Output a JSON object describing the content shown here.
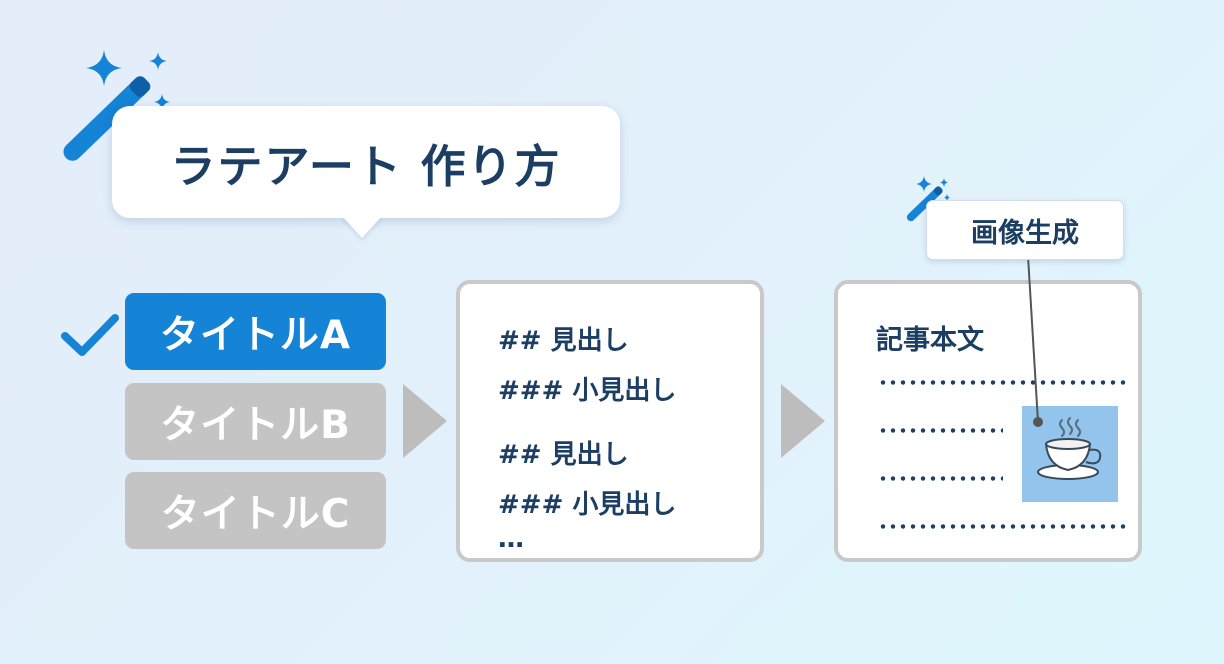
{
  "keyword_bubble": {
    "text": "ラテアート 作り方"
  },
  "title_options": [
    {
      "label": "タイトルA",
      "selected": true
    },
    {
      "label": "タイトルB",
      "selected": false
    },
    {
      "label": "タイトルC",
      "selected": false
    }
  ],
  "outline": {
    "lines": [
      "## 見出し",
      "### 小見出し",
      "## 見出し",
      "### 小見出し",
      "…"
    ]
  },
  "article": {
    "title": "記事本文"
  },
  "image_generation": {
    "label": "画像生成",
    "image_icon": "coffee-cup-icon"
  },
  "colors": {
    "accent": "#1583d6",
    "unselected": "#c4c4c4",
    "text_dark": "#1c3e63",
    "image_bg": "#93c5ec"
  }
}
